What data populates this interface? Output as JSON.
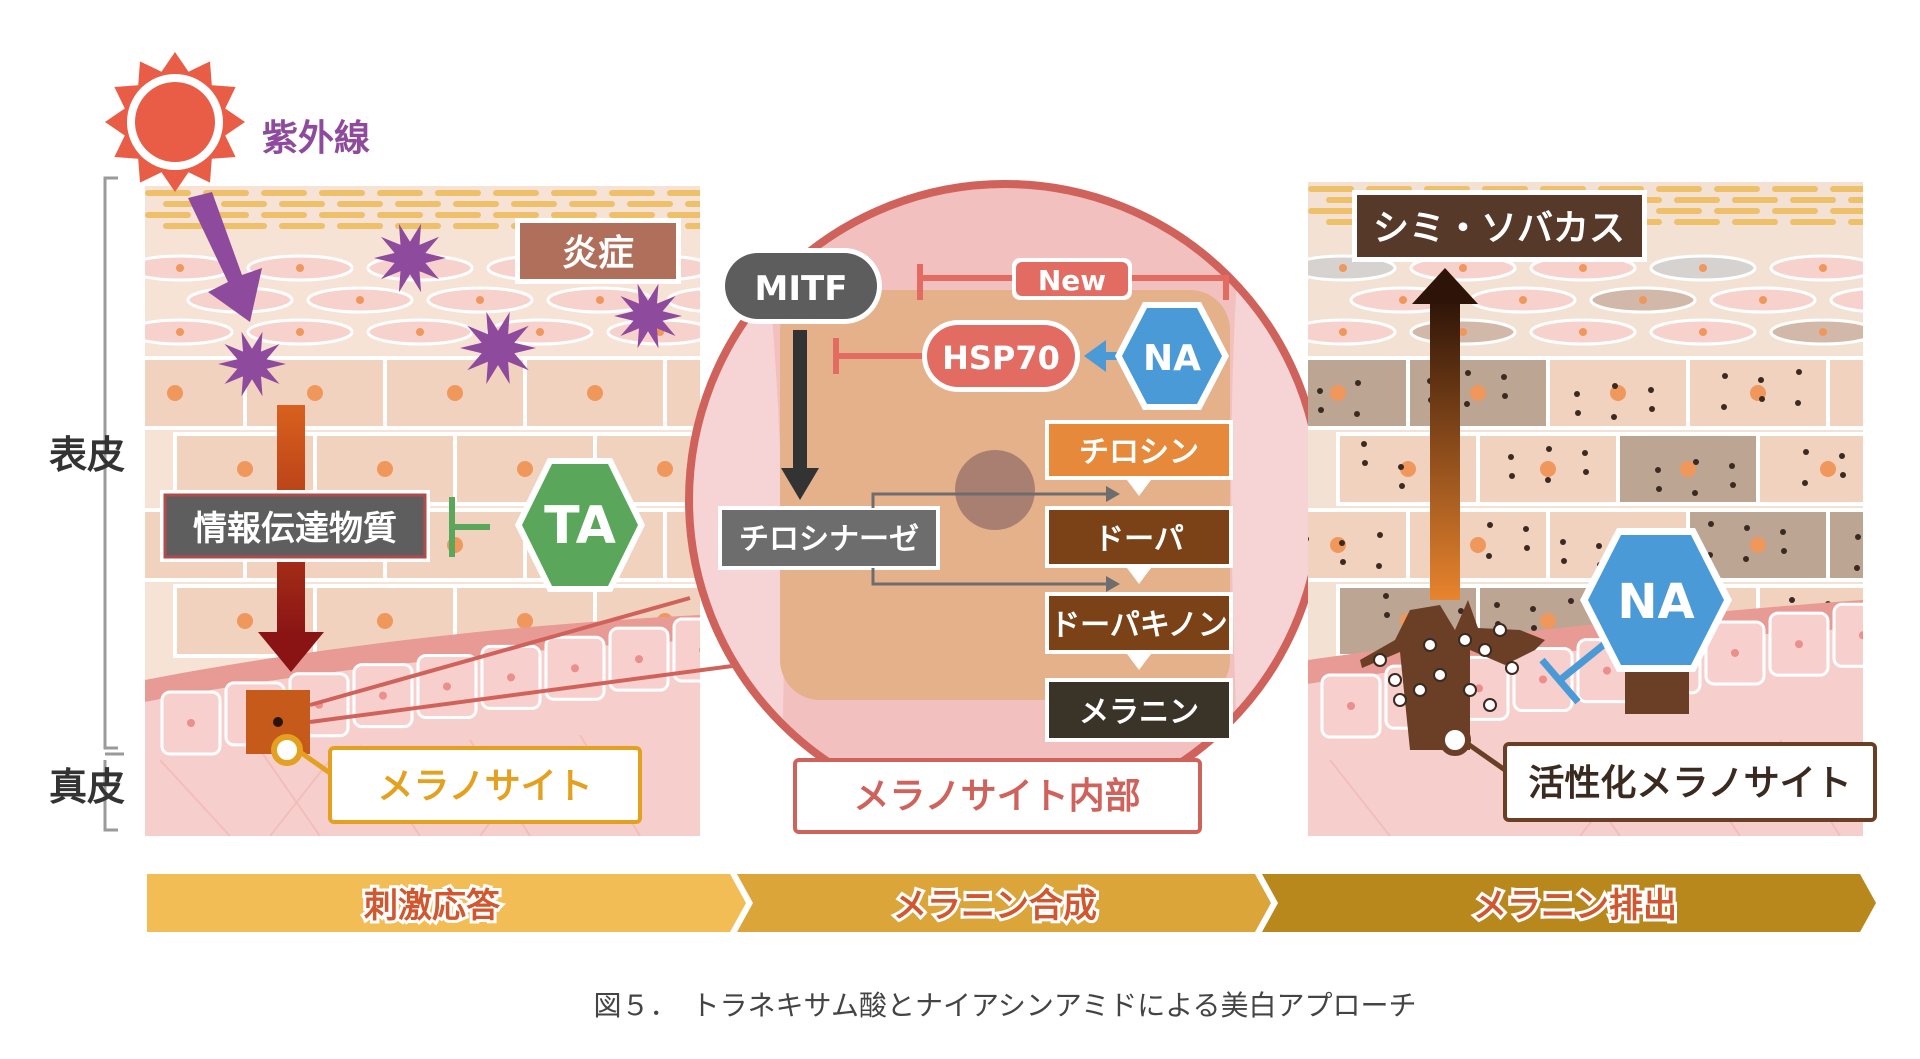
{
  "labels": {
    "uv": "紫外線",
    "inflammation": "炎症",
    "epidermis": "表皮",
    "dermis": "真皮",
    "messenger": "情報伝達物質",
    "ta": "TA",
    "melanocyte": "メラノサイト",
    "mitf": "MITF",
    "new": "New",
    "hsp70": "HSP70",
    "na_inner": "NA",
    "tyrosinase": "チロシナーゼ",
    "tyrosine": "チロシン",
    "dopa": "ドーパ",
    "dopaquinone": "ドーパキノン",
    "melanin": "メラニン",
    "melanocyte_inside": "メラノサイト内部",
    "spots": "シミ・ソバカス",
    "na_right": "NA",
    "activated_melanocyte": "活性化メラノサイト"
  },
  "stages": [
    "刺激応答",
    "メラニン合成",
    "メラニン排出"
  ],
  "caption": "図５．　トラネキサム酸とナイアシンアミドによる美白アプローチ",
  "colors": {
    "uv_purple": "#8e4a9c",
    "sun": "#e95c45",
    "ta_green": "#5aa65a",
    "na_blue": "#4b9ad8",
    "inhibit_red": "#e26b62",
    "tyrosinase_gray": "#6d6d6d",
    "tyrosine_orange": "#e6893a",
    "dopa_brown": "#7a4216",
    "melanin_dark": "#3a3328",
    "melanocyte_gold": "#e3a11f",
    "activated_brown": "#6b3f26",
    "stage1": "#f2bd55",
    "stage2": "#dba539",
    "stage3": "#b8881d"
  }
}
